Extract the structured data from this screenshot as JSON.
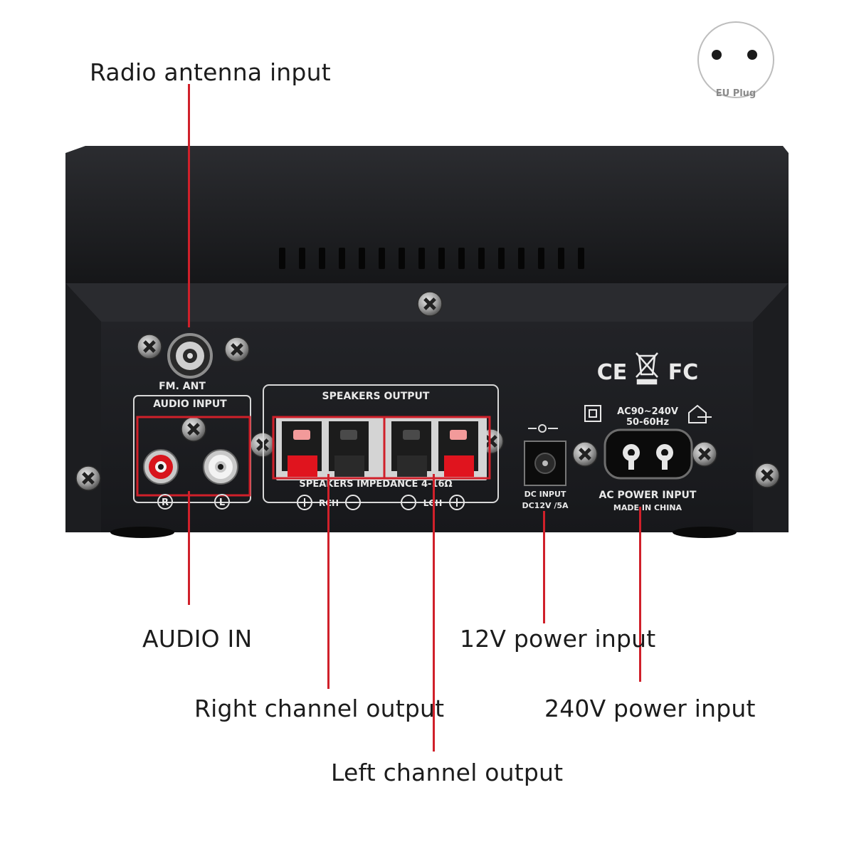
{
  "callouts": {
    "radio_antenna": "Radio antenna input",
    "audio_in": "AUDIO IN",
    "power_12v": "12V power input",
    "right_channel": "Right channel output",
    "power_240v": "240V power input",
    "left_channel": "Left channel output"
  },
  "badge": {
    "label": "EU Plug"
  },
  "panel": {
    "fm_ant": "FM. ANT",
    "audio_input": "AUDIO INPUT",
    "speakers_output": "SPEAKERS OUTPUT",
    "speakers_impedance": "SPEAKERS IMPEDANCE 4-16Ω",
    "r": "R",
    "l": "L",
    "rch": "RCH",
    "lch": "LCH",
    "dc_input_1": "DC INPUT",
    "dc_input_2": "DC12V /5A",
    "ac_rating_1": "AC90~240V",
    "ac_rating_2": "50-60Hz",
    "ac_power_input": "AC POWER INPUT",
    "made_in": "MADE IN CHINA",
    "ce": "CE",
    "fc": "FC"
  },
  "colors": {
    "leader": "#d0202a",
    "chassis": "#1b1c1f",
    "terminal_red": "#e0141e",
    "rca_red": "#d8141c"
  }
}
